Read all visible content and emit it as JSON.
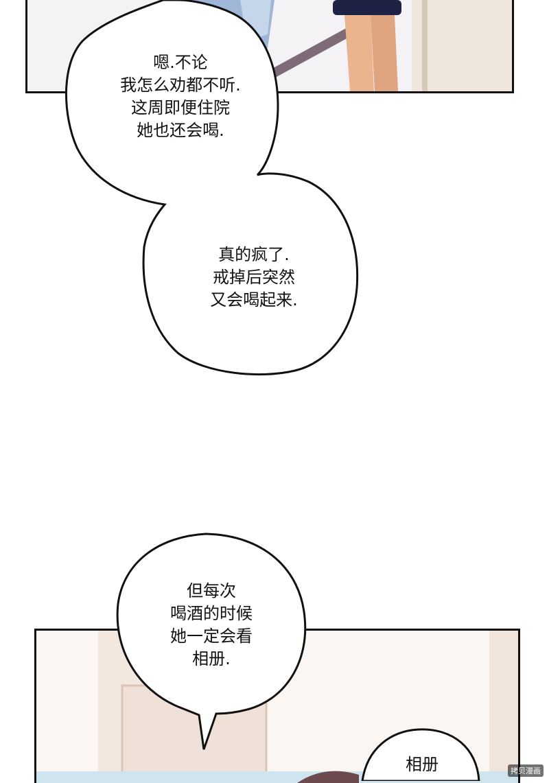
{
  "bubbles": [
    {
      "lines": "嗯.不论\n我怎么劝都不听.\n这周即便住院\n她也还会喝."
    },
    {
      "lines": "真的疯了.\n戒掉后突然\n又会喝起来."
    },
    {
      "lines": "但每次\n喝酒的时候\n她一定会看\n相册."
    },
    {
      "lines": "相册"
    }
  ],
  "watermark": "拷贝漫画"
}
